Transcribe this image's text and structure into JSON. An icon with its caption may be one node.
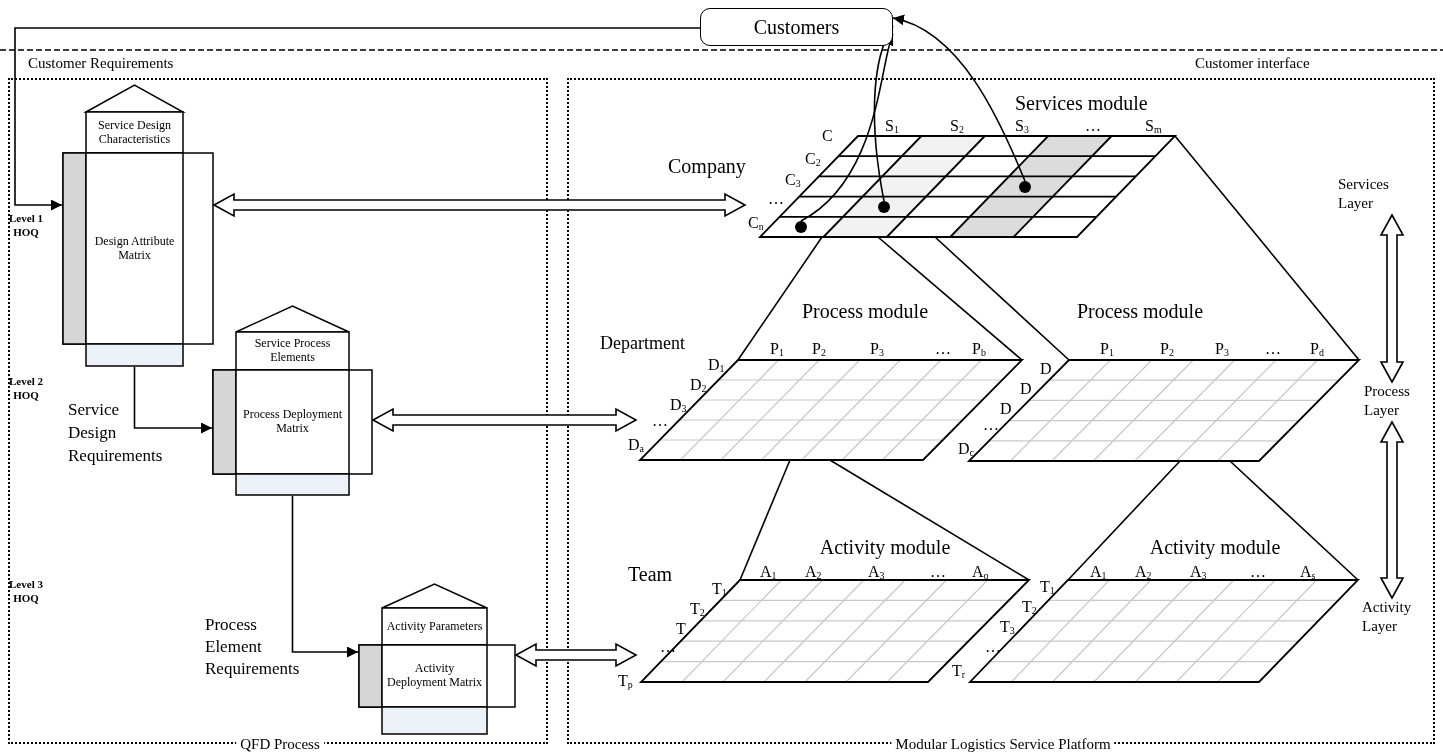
{
  "diagram": {
    "nodes": [
      {
        "text": [
          "Customers"
        ]
      },
      {
        "text": [
          "QFD Process"
        ]
      },
      {
        "text": [
          "Service Design Characteristics",
          "Design Attribute Matrix"
        ],
        "in": 1
      },
      {
        "text": [
          "Service Process Elements",
          "Process Deployment Matrix"
        ],
        "in": 1
      },
      {
        "text": [
          "Activity Parameters",
          "Activity Deployment Matrix"
        ],
        "in": 1
      },
      {
        "text": [
          "Modular Logistics Service Platform"
        ]
      },
      {
        "text": [
          "Services module"
        ],
        "in": 5
      },
      {
        "text": [],
        "shape": "circle",
        "in": 6
      },
      {
        "text": [],
        "shape": "circle",
        "in": 6
      },
      {
        "text": [],
        "shape": "circle",
        "in": 6
      },
      {
        "text": [
          "Services Layer"
        ],
        "in": 5
      },
      {
        "text": [
          "Process module"
        ],
        "in": 5
      },
      {
        "text": [
          "Process module"
        ],
        "in": 5
      },
      {
        "text": [
          "Process Layer"
        ],
        "in": 5
      },
      {
        "text": [
          "Activity module"
        ],
        "in": 5
      },
      {
        "text": [
          "Activity module"
        ],
        "in": 5
      },
      {
        "text": [
          "Activity Layer"
        ],
        "in": 5
      }
    ],
    "edges": [
      {
        "from": 0,
        "to": 2,
        "arrow": "to",
        "label": "Customer Requirements"
      },
      {
        "from": 2,
        "to": 6,
        "arrow": "both"
      },
      {
        "from": 2,
        "to": 3,
        "arrow": "to",
        "label": "Service Design Requirements"
      },
      {
        "from": 3,
        "to": 11,
        "arrow": "both"
      },
      {
        "from": 3,
        "to": 4,
        "arrow": "to",
        "label": "Process Element Requirements"
      },
      {
        "from": 4,
        "to": 14,
        "arrow": "both"
      },
      {
        "from": 7,
        "to": 0,
        "arrow": "to"
      },
      {
        "from": 8,
        "to": 0,
        "arrow": "to"
      },
      {
        "from": 9,
        "to": 0,
        "arrow": "to"
      },
      {
        "from": 10,
        "to": 13,
        "arrow": "both"
      },
      {
        "from": 13,
        "to": 16,
        "arrow": "both"
      },
      {
        "from": 6,
        "to": 11,
        "arrow": "none"
      },
      {
        "from": 6,
        "to": 11,
        "arrow": "none"
      },
      {
        "from": 6,
        "to": 12,
        "arrow": "none"
      },
      {
        "from": 6,
        "to": 12,
        "arrow": "none"
      },
      {
        "from": 11,
        "to": 14,
        "arrow": "none"
      },
      {
        "from": 11,
        "to": 14,
        "arrow": "none"
      },
      {
        "from": 12,
        "to": 15,
        "arrow": "none"
      },
      {
        "from": 12,
        "to": 15,
        "arrow": "none"
      }
    ],
    "labels": [
      "Customer interface",
      "Level 1 HOQ",
      "Company",
      "S$_{1}$",
      "S$_{2}$",
      "S$_{3}$",
      "…",
      "S$_{m}$",
      "C",
      "C$_{2}$",
      "C$_{3}$",
      "…",
      "C$_{n}$",
      "Level 2 HOQ",
      "Department",
      "P$_{1}$",
      "P$_{2}$",
      "P$_{3}$",
      "…",
      "P$_{b}$",
      "P$_{1}$",
      "P$_{2}$",
      "P$_{3}$",
      "…",
      "P$_{d}$",
      "D$_{1}$",
      "D$_{2}$",
      "D$_{3}$",
      "…",
      "D$_{a}$",
      "D",
      "D",
      "D",
      "…",
      "D$_{c}$",
      "Level 3 HOQ",
      "Team",
      "A$_{1}$",
      "A$_{2}$",
      "A$_{3}$",
      "…",
      "A$_{q}$",
      "A$_{1}$",
      "A$_{2}$",
      "A$_{3}$",
      "…",
      "A$_{s}$",
      "T$_{1}$",
      "T$_{2}$",
      "T",
      "…",
      "T$_{p}$",
      "T$_{1}$",
      "T$_{2}$",
      "T$_{3}$",
      "…",
      "T$_{r}$"
    ]
  }
}
